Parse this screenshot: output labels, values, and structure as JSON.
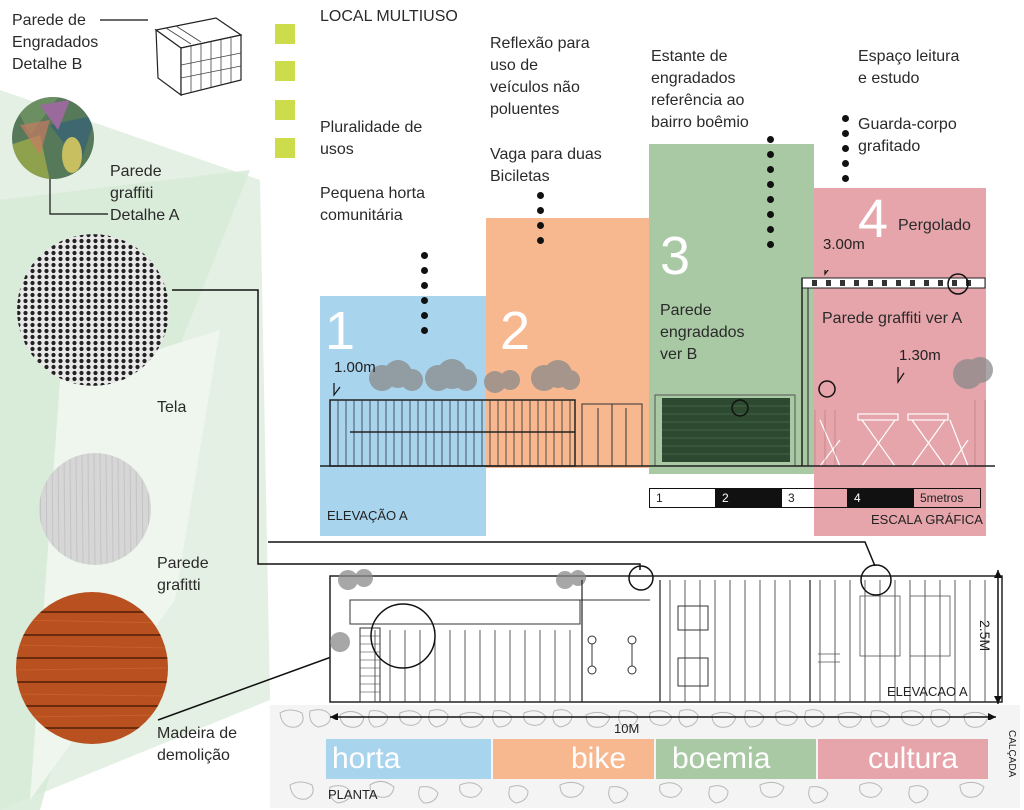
{
  "materials": {
    "crate_wall": "Parede de\nEngradados\nDetalhe B",
    "graffiti_detail": "Parede\ngraffiti\nDetalhe A",
    "mesh": "Tela",
    "graffiti_wall": "Parede\ngrafitti",
    "demolition_wood": "Madeira de\ndemolição"
  },
  "legend": {
    "title": "LOCAL MULTIUSO",
    "item1": "Pluralidade de\nusos",
    "item2": "Pequena horta\ncomunitária"
  },
  "zones": {
    "z2_text_a": "Reflexão para\nuso de\nveículos não\npoluentes",
    "z2_text_b": "Vaga para duas\nBiciletas",
    "z3_text": "Estante de\nengradados\nreferência ao\nbairro boêmio",
    "z4_text_a": "Espaço leitura\ne estudo",
    "z4_text_b": "Guarda-corpo\ngrafitado",
    "n1": "1",
    "n2": "2",
    "n3": "3",
    "n4": "4"
  },
  "elevation": {
    "h1": "1.00m",
    "h2": "3.00m",
    "h3": "1.30m",
    "pergola": "Pergolado",
    "crate_ref": "Parede\nengradados\nver B",
    "graffiti_ref": "Parede graffiti ver A",
    "title": "ELEVAÇÃO A"
  },
  "scale": {
    "s1": "1",
    "s2": "2",
    "s3": "3",
    "s4": "4",
    "s5": "5metros",
    "title": "ESCALA GRÁFICA"
  },
  "plan": {
    "width": "10M",
    "height": "2.5M",
    "elev_mark": "ELEVACAO A",
    "sidewalk": "CALÇADA",
    "title": "PLANTA",
    "band1": "horta",
    "band2": "bike",
    "band3": "boemia",
    "band4": "cultura"
  },
  "colors": {
    "blue": "#a9d4ee",
    "orange": "#f7b890",
    "green": "#a9c9a4",
    "pink": "#e6a4ab",
    "lime": "#cddc4a"
  }
}
